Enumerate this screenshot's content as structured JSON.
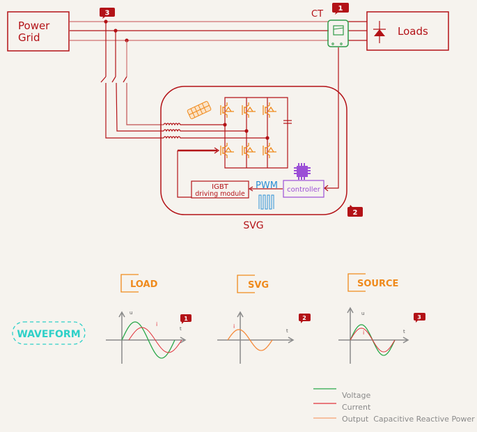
{
  "colors": {
    "background": "#f6f3ee",
    "wire": "#b31217",
    "wire_light": "#d98a8a",
    "ct_green": "#2f9a48",
    "igbt_orange": "#ef8a1c",
    "controller_purple": "#9b4fd6",
    "pwm_blue": "#2a8fd6",
    "waveform_cyan": "#2ed0c8",
    "axis_gray": "#8a8a8a",
    "voltage": "#2aa84a",
    "current": "#e0303a",
    "output": "#f59a55",
    "legend_text": "#8a8a8a"
  },
  "circuit": {
    "power_grid_label_line1": "Power",
    "power_grid_label_line2": "Grid",
    "ct_label": "CT",
    "loads_label": "Loads",
    "igbt_label_line1": "IGBT",
    "igbt_label_line2": "driving module",
    "pwm_label": "PWM",
    "controller_label": "controller",
    "svg_label": "SVG",
    "badges": [
      "1",
      "2",
      "3"
    ]
  },
  "waveforms": {
    "section_label": "WAVEFORM",
    "panels": [
      {
        "title": "LOAD",
        "badge": "1",
        "y_label": "u",
        "x_label": "t",
        "current_label": "i"
      },
      {
        "title": "SVG",
        "badge": "2",
        "y_label": "",
        "x_label": "t",
        "current_label": "i"
      },
      {
        "title": "SOURCE",
        "badge": "3",
        "y_label": "u",
        "x_label": "t",
        "current_label": "i"
      }
    ]
  },
  "legend": [
    {
      "label": "Voltage",
      "color_key": "voltage"
    },
    {
      "label": "Current",
      "color_key": "current"
    },
    {
      "label": "Output  Capacitive Reactive Power",
      "color_key": "output"
    }
  ]
}
